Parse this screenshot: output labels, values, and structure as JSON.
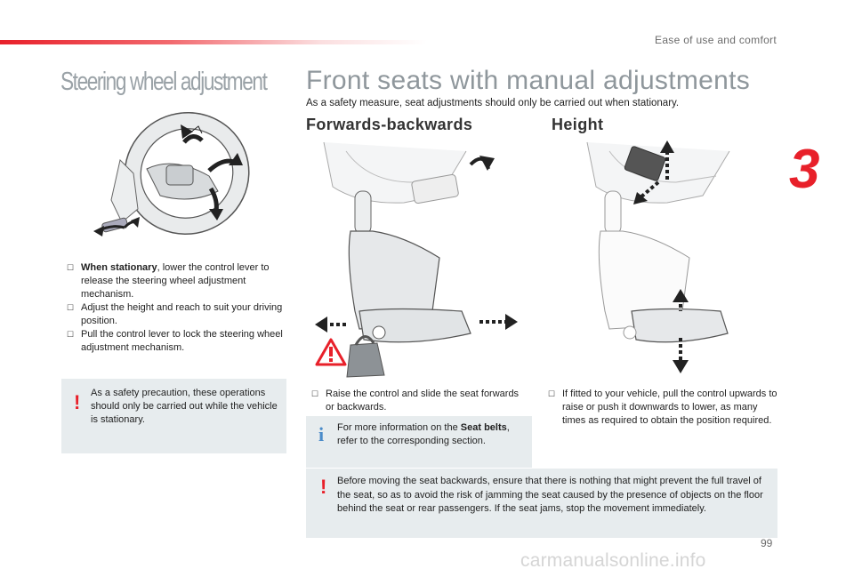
{
  "header": {
    "section_title": "Ease of use and comfort",
    "chapter_number": "3",
    "page_number": "99"
  },
  "steering": {
    "title": "Steering wheel adjustment",
    "steps": [
      {
        "bold": "When stationary",
        "text": ", lower the control lever to release the steering wheel adjustment mechanism."
      },
      {
        "bold": "",
        "text": "Adjust the height and reach to suit your driving position."
      },
      {
        "bold": "",
        "text": "Pull the control lever to lock the steering wheel adjustment mechanism."
      }
    ],
    "warning": "As a safety precaution, these operations should only be carried out while the vehicle is stationary."
  },
  "seats": {
    "title": "Front seats with manual adjustments",
    "intro": "As a safety measure, seat adjustments should only be carried out when stationary.",
    "forwards_backwards": {
      "title": "Forwards-backwards",
      "step": "Raise the control and slide the seat forwards or backwards.",
      "info_prefix": "For more information on the ",
      "info_bold": "Seat belts",
      "info_suffix": ", refer to the corresponding section."
    },
    "height": {
      "title": "Height",
      "step": "If fitted to your vehicle, pull the control upwards to raise or push it downwards to lower, as many times as required to obtain the position required."
    },
    "bottom_warning": "Before moving the seat backwards, ensure that there is nothing that might prevent the full travel of the seat, so as to avoid the risk of jamming the seat caused by the presence of objects on the floor behind the seat or rear passengers. If the seat jams, stop the movement immediately."
  },
  "icons": {
    "warning": "!",
    "info": "i"
  },
  "colors": {
    "accent": "#e8202a",
    "info": "#4a8bc9",
    "box_bg": "#e7ecee",
    "title_grey": "#8f979c"
  },
  "watermark": "carmanualsonline.info"
}
